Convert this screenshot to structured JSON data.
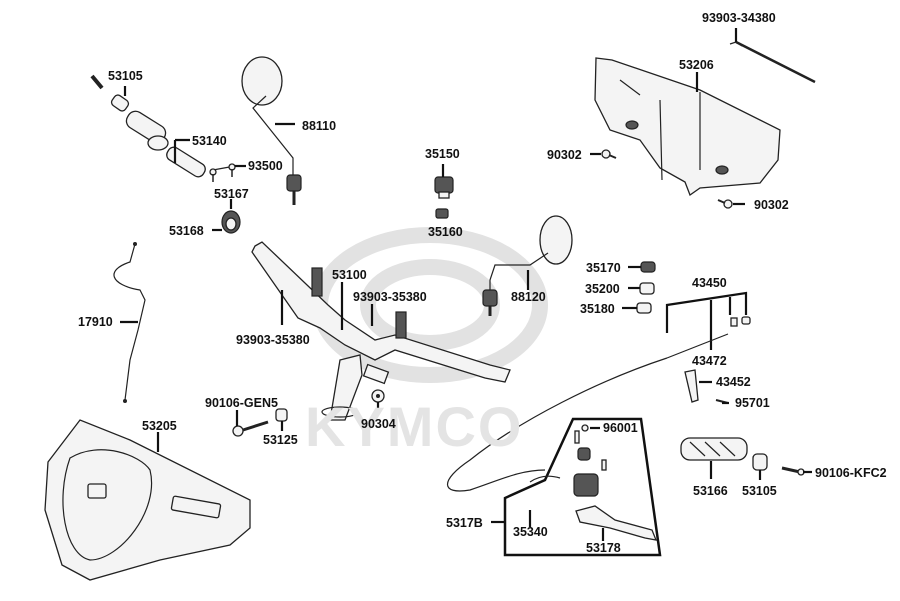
{
  "diagram": {
    "title": "Handlebar parts diagram",
    "watermark": "KYMCO",
    "labels": {
      "p53105_top": "53105",
      "p53140": "53140",
      "p88110": "88110",
      "p93500": "93500",
      "p53167": "53167",
      "p53168": "53168",
      "p93903_34380": "93903-34380",
      "p53206": "53206",
      "p90302_left": "90302",
      "p90302_right": "90302",
      "p35150": "35150",
      "p35160": "35160",
      "p53100": "53100",
      "p93903_35380_right": "93903-35380",
      "p93903_35380_left": "93903-35380",
      "p88120": "88120",
      "p35170": "35170",
      "p35200": "35200",
      "p35180": "35180",
      "p43450": "43450",
      "p43472": "43472",
      "p43452": "43452",
      "p95701": "95701",
      "p17910": "17910",
      "p90106_gen5": "90106-GEN5",
      "p53125": "53125",
      "p90304": "90304",
      "p53205": "53205",
      "p96001": "96001",
      "p53166": "53166",
      "p53105_bottom": "53105",
      "p90106_kfc2": "90106-KFC2",
      "p5317b": "5317B",
      "p35340": "35340",
      "p53178": "53178"
    }
  }
}
